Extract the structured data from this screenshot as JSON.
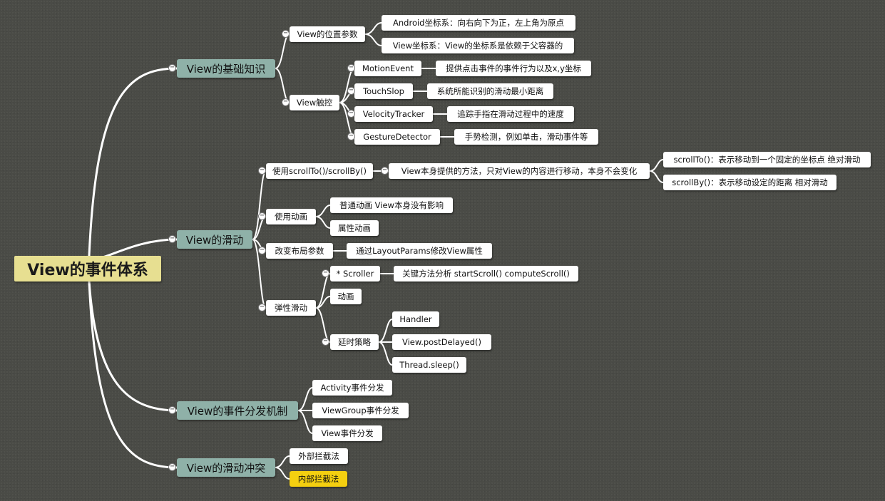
{
  "colors": {
    "background": "#4a4b46",
    "root_fill": "#e7df91",
    "main_branch_fill": "#8fb1a8",
    "topic_fill": "#ffffff",
    "highlight_fill": "#f4cf10",
    "connector": "#ffffff"
  },
  "toggle_symbol": "−",
  "root": "View的事件体系",
  "basics": {
    "title": "View的基础知识",
    "position": {
      "title": "View的位置参数",
      "android_coords": "Android坐标系：向右向下为正，左上角为原点",
      "view_coords": "View坐标系：View的坐标系是依赖于父容器的"
    },
    "touch": {
      "title": "View触控",
      "motion_event": "MotionEvent",
      "motion_event_desc": "提供点击事件的事件行为以及x,y坐标",
      "touch_slop": "TouchSlop",
      "touch_slop_desc": "系统所能识别的滑动最小距离",
      "velocity_tracker": "VelocityTracker",
      "velocity_tracker_desc": "追踪手指在滑动过程中的速度",
      "gesture_detector": "GestureDetector",
      "gesture_detector_desc": "手势检测，例如单击，滑动事件等"
    }
  },
  "sliding": {
    "title": "View的滑动",
    "scroll": {
      "title": "使用scrollTo()/scrollBy()",
      "desc": "View本身提供的方法，只对View的内容进行移动，本身不会变化",
      "scroll_to": "scrollTo()：表示移动到一个固定的坐标点 绝对滑动",
      "scroll_by": "scrollBy()：表示移动设定的距离 相对滑动"
    },
    "animation": {
      "title": "使用动画",
      "normal": "普通动画 View本身没有影响",
      "property": "属性动画"
    },
    "layout": {
      "title": "改变布局参数",
      "desc": "通过LayoutParams修改View属性"
    },
    "elastic": {
      "title": "弹性滑动",
      "scroller": "* Scroller",
      "scroller_desc": "关键方法分析 startScroll() computeScroll()",
      "animation": "动画",
      "delay": {
        "title": "延时策略",
        "handler": "Handler",
        "post_delayed": "View.postDelayed()",
        "thread_sleep": "Thread.sleep()"
      }
    }
  },
  "dispatch": {
    "title": "View的事件分发机制",
    "activity": "Activity事件分发",
    "view_group": "ViewGroup事件分发",
    "view": "View事件分发"
  },
  "conflict": {
    "title": "View的滑动冲突",
    "external": "外部拦截法",
    "internal": "内部拦截法"
  }
}
